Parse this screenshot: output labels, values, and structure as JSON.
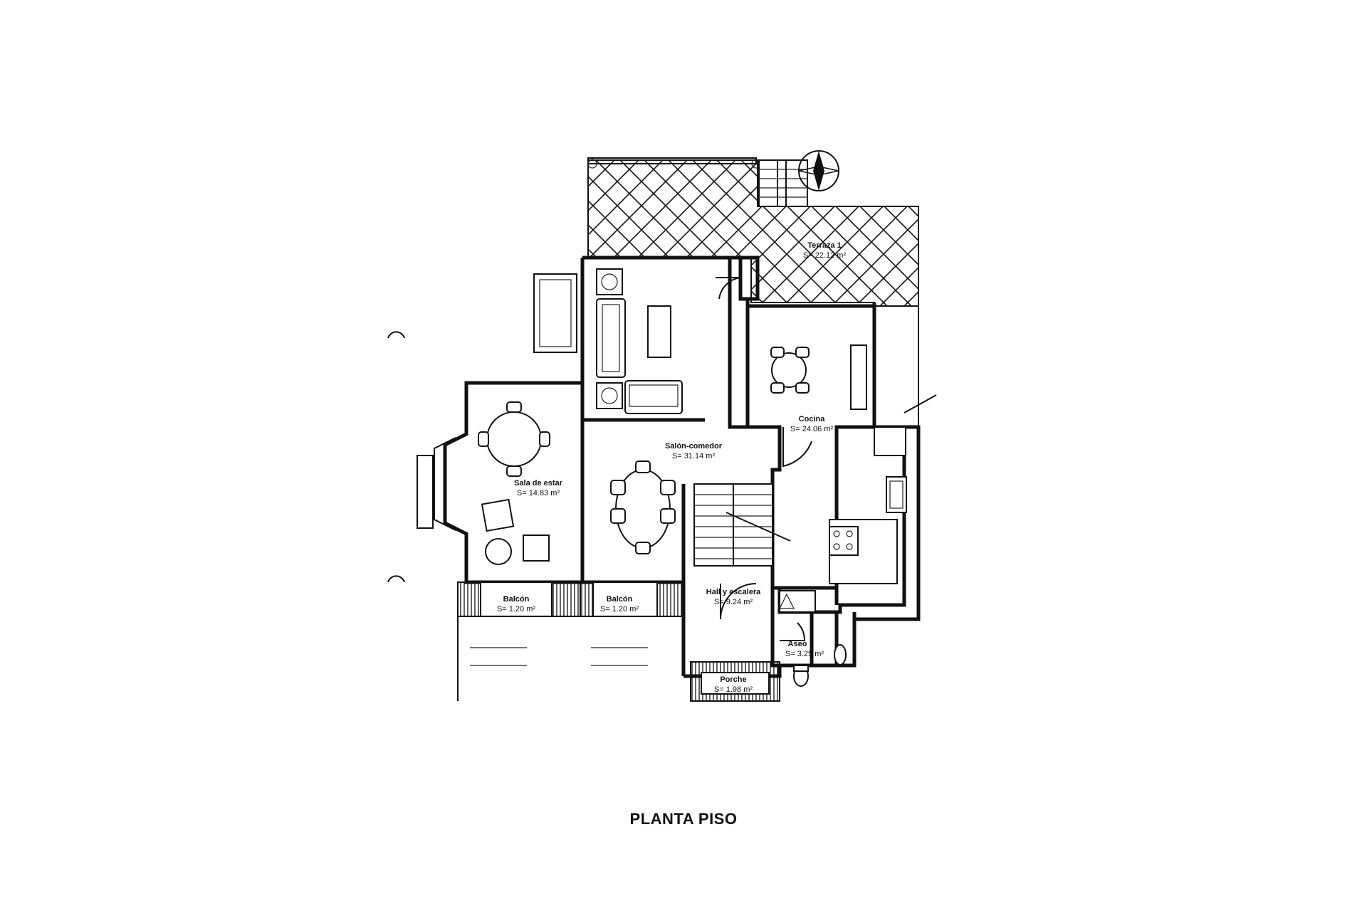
{
  "caption": "PLANTA PISO",
  "rooms": [
    {
      "name": "Terraza 1",
      "area": "S= 22.12 m²"
    },
    {
      "name": "Cocina",
      "area": "S= 24.06 m²"
    },
    {
      "name": "Salón-comedor",
      "area": "S= 31.14 m²"
    },
    {
      "name": "Sala de estar",
      "area": "S= 14.83 m²"
    },
    {
      "name": "Balcón",
      "area": "S= 1.20 m²"
    },
    {
      "name": "Balcón",
      "area": "S= 1.20 m²"
    },
    {
      "name": "Hall y escalera",
      "area": "S= 9.24 m²"
    },
    {
      "name": "Aseo",
      "area": "S= 3.25 m²"
    },
    {
      "name": "Porche",
      "area": "S= 1.98 m²"
    }
  ]
}
